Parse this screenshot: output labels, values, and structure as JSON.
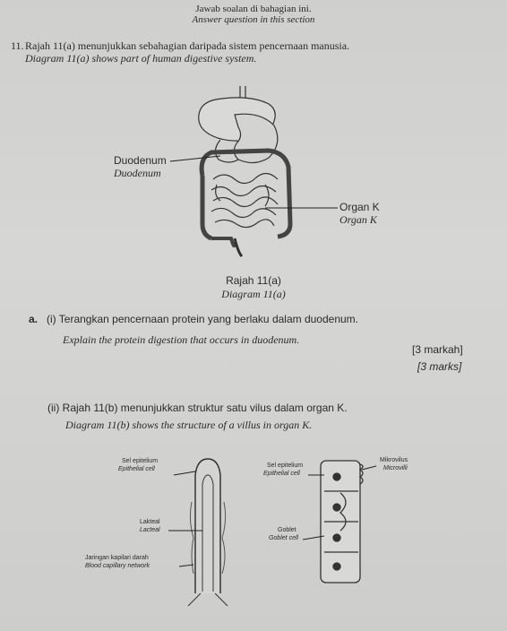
{
  "header": {
    "line_ms": "Jawab soalan di bahagian ini.",
    "line_en": "Answer question in this section"
  },
  "question": {
    "number": "11.",
    "text_ms": "Rajah 11(a) menunjukkan sebahagian daripada sistem pencernaan manusia.",
    "text_en": "Diagram 11(a) shows part of human digestive system."
  },
  "diagram_a": {
    "label_duodenum_ms": "Duodenum",
    "label_duodenum_en": "Duodenum",
    "label_organ_ms": "Organ K",
    "label_organ_en": "Organ K",
    "caption_ms": "Rajah 11(a)",
    "caption_en": "Diagram 11(a)"
  },
  "part_a": {
    "letter": "a.",
    "sub_i_ms": "(i) Terangkan pencernaan protein yang berlaku dalam duodenum.",
    "sub_i_en": "Explain the protein digestion that occurs in duodenum.",
    "marks_ms": "[3 markah]",
    "marks_en": "[3 marks]",
    "sub_ii_ms": "(ii) Rajah 11(b) menunjukkan struktur satu vilus dalam organ K.",
    "sub_ii_en": "Diagram 11(b) shows the structure of a villus in organ K."
  },
  "diagram_b": {
    "epithelium_ms": "Sel epitelium",
    "epithelium_en": "Epithelial cell",
    "lacteal_ms": "Lakteal",
    "lacteal_en": "Lacteal",
    "capillary_ms": "Jaringan kapilari darah",
    "capillary_en": "Blood capillary network",
    "epithelium2_ms": "Sel epitelium",
    "epithelium2_en": "Epithelial cell",
    "microvilli_ms": "Mikrovilus",
    "microvilli_en": "Microvilli",
    "goblet_ms": "Goblet",
    "goblet_en": "Goblet cell"
  }
}
